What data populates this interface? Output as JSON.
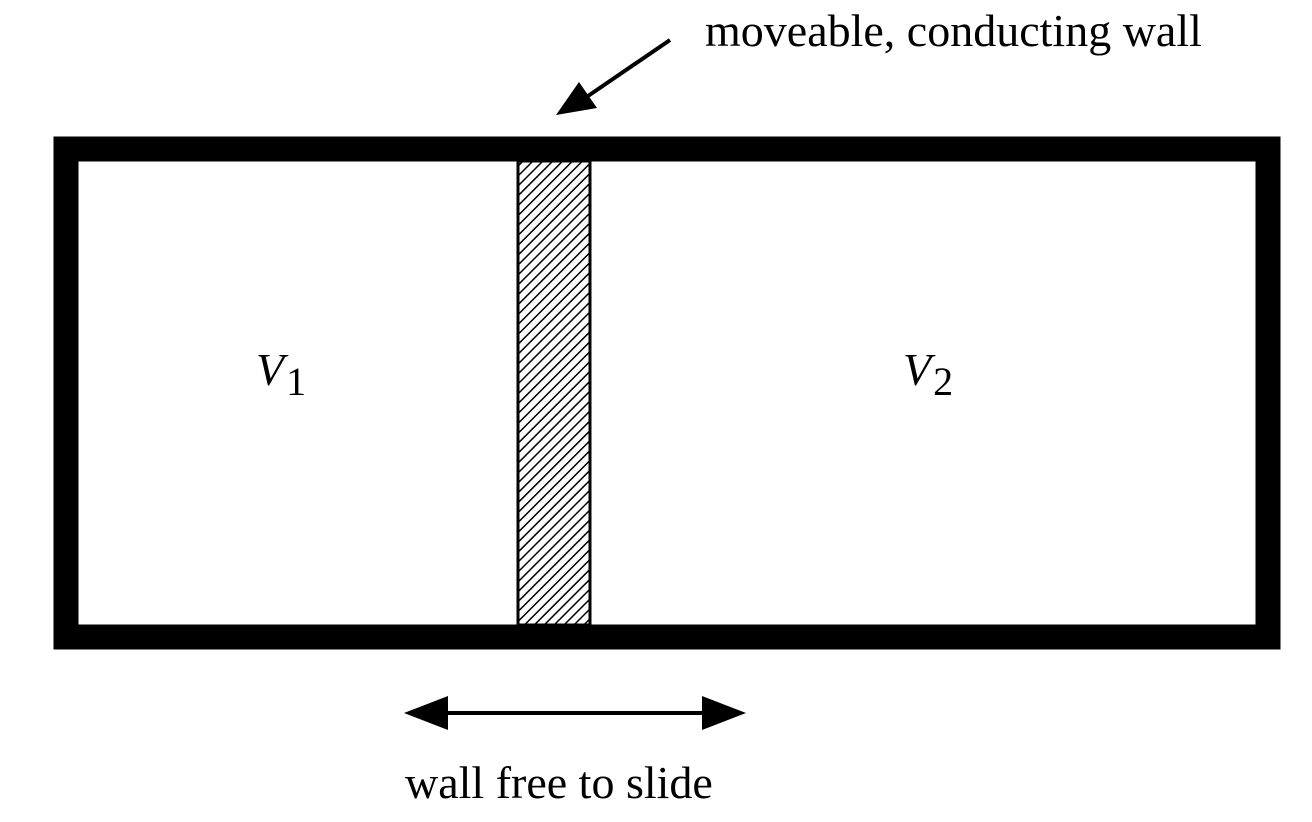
{
  "labels": {
    "wall_description": "moveable, conducting wall",
    "slide_note": "wall free to slide"
  },
  "volumes": {
    "left": {
      "symbol": "V",
      "subscript": "1"
    },
    "right": {
      "symbol": "V",
      "subscript": "2"
    }
  },
  "colors": {
    "outline": "#000000",
    "background": "#ffffff",
    "hatch": "#000000"
  }
}
